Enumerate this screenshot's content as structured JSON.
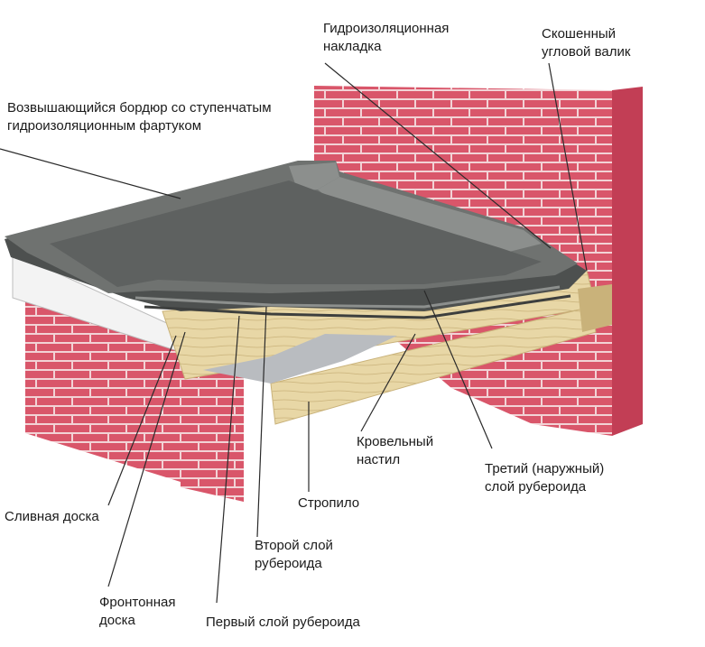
{
  "colors": {
    "brick": "#d9566a",
    "brick_dark": "#c23e55",
    "mortar": "#f2d3d6",
    "roll": "#6f7270",
    "roll_dark": "#4d504f",
    "roll_edge": "#8c8f8d",
    "wood": "#e8d7a6",
    "wood_dark": "#c9b27a",
    "leader": "#2a2a2a"
  },
  "labels": {
    "parapet_line1": "Возвышающийся бордюр со ступенчатым",
    "parapet_line2": "гидроизоляционным фартуком",
    "flashing_line1": "Гидроизоляционная",
    "flashing_line2": "накладка",
    "cant_line1": "Скошенный",
    "cant_line2": "угловой валик",
    "drip_board": "Сливная доска",
    "fascia_line1": "Фронтонная",
    "fascia_line2": "доска",
    "first_layer": "Первый слой рубероида",
    "second_line1": "Второй слой",
    "second_line2": "рубероида",
    "rafter": "Стропило",
    "deck_line1": "Кровельный",
    "deck_line2": "настил",
    "third_line1": "Третий (наружный)",
    "third_line2": "слой рубероида"
  }
}
